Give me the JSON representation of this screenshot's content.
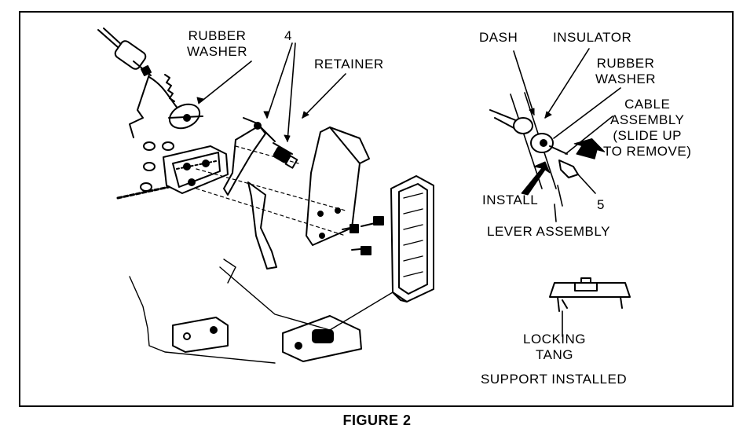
{
  "figure": {
    "caption": "FIGURE 2",
    "labels": {
      "rubber_washer_main": "RUBBER\nWASHER",
      "callout_4": "4",
      "retainer": "RETAINER",
      "dash": "DASH",
      "insulator": "INSULATOR",
      "rubber_washer_detail": "RUBBER\nWASHER",
      "cable_assembly": "CABLE\nASSEMBLY\n(SLIDE UP\nTO REMOVE)",
      "install": "INSTALL",
      "callout_5": "5",
      "lever_assembly": "LEVER ASSEMBLY",
      "locking_tang": "LOCKING\nTANG",
      "support_installed": "SUPPORT INSTALLED"
    }
  }
}
